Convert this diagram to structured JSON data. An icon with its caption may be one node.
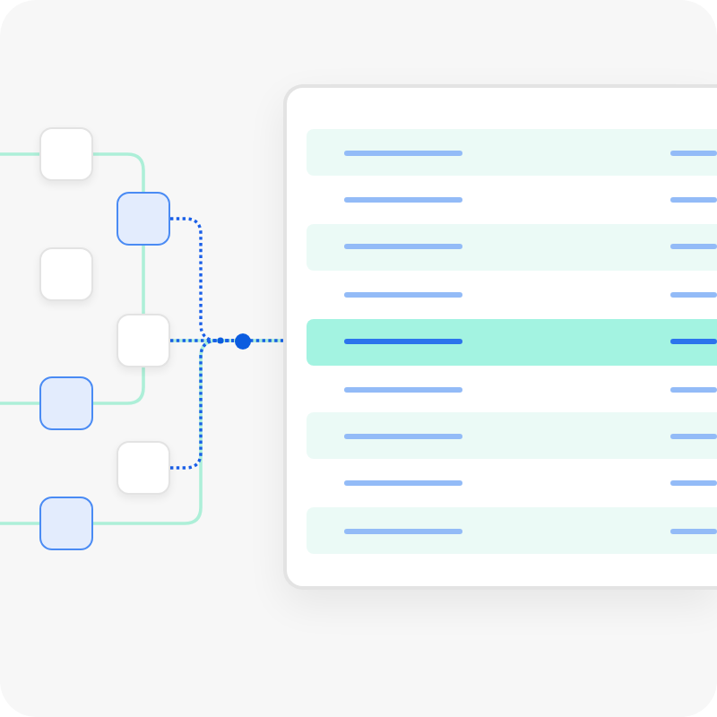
{
  "diagram": {
    "nodes": [
      {
        "text": [],
        "shape": "box"
      },
      {
        "text": [],
        "shape": "box"
      },
      {
        "text": [],
        "shape": "box"
      },
      {
        "text": [],
        "shape": "box"
      },
      {
        "text": [],
        "shape": "box"
      },
      {
        "text": [],
        "shape": "box"
      },
      {
        "text": [],
        "shape": "box"
      },
      {
        "text": [],
        "shape": "circle"
      },
      {
        "text": [],
        "shape": "table"
      }
    ],
    "edges": [
      {
        "from": null,
        "to": 0,
        "arrow": "none"
      },
      {
        "from": 0,
        "to": 1,
        "arrow": "none"
      },
      {
        "from": 1,
        "to": 3,
        "arrow": "none"
      },
      {
        "from": 3,
        "to": 4,
        "arrow": "none"
      },
      {
        "from": null,
        "to": 4,
        "arrow": "none"
      },
      {
        "from": null,
        "to": 6,
        "arrow": "none"
      },
      {
        "from": 6,
        "to": 8,
        "arrow": "none"
      },
      {
        "from": 3,
        "to": 8,
        "arrow": "none"
      },
      {
        "from": 1,
        "to": 7,
        "arrow": "none",
        "style": "dashed",
        "color": "#1a5fe8"
      },
      {
        "from": 3,
        "to": 7,
        "arrow": "none",
        "style": "dashed",
        "color": "#1a5fe8"
      },
      {
        "from": 5,
        "to": 7,
        "arrow": "none",
        "style": "dashed",
        "color": "#1a5fe8"
      },
      {
        "from": 7,
        "to": 8,
        "arrow": "none",
        "style": "dashed",
        "color": "#1a5fe8"
      }
    ]
  }
}
